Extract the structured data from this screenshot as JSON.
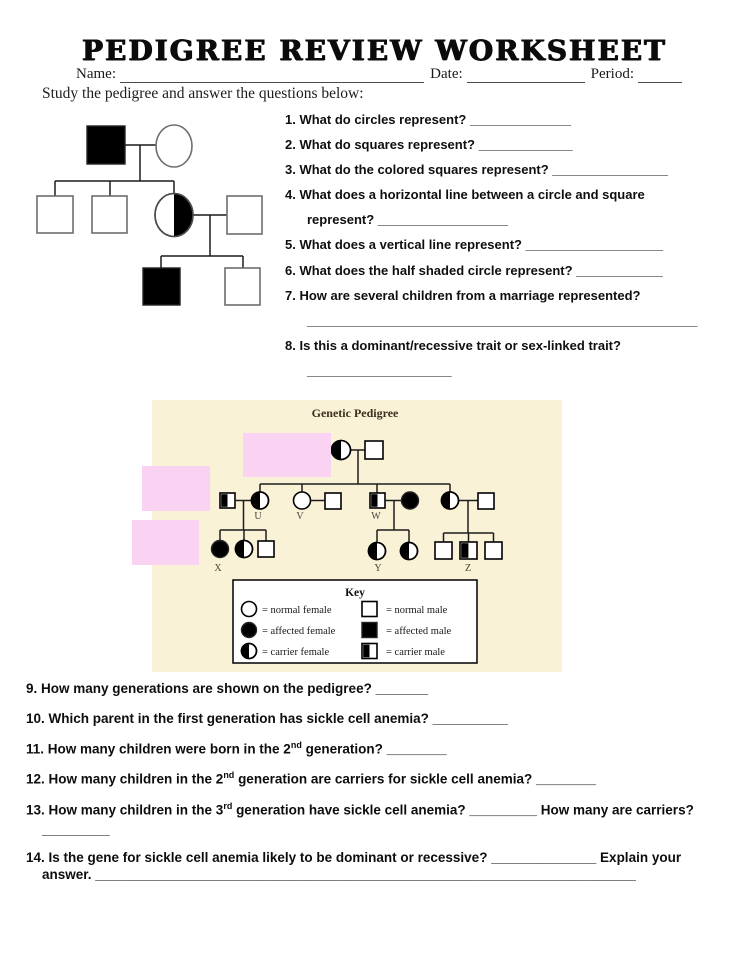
{
  "header": {
    "title": "PEDIGREE REVIEW WORKSHEET",
    "name_label": "Name:",
    "date_label": "Date:",
    "period_label": "Period:",
    "instruction": "Study the pedigree and answer the questions below:"
  },
  "questions_top": {
    "q1": "1. What do circles represent? ______________",
    "q2": "2. What do squares represent? _____________",
    "q3": "3. What do the colored squares represent? ________________",
    "q4a": "4. What does a horizontal line between a circle and square",
    "q4b": "represent? __________________",
    "q5": "5. What does a vertical line represent? ___________________",
    "q6": "6. What does the half shaded circle represent? ____________",
    "q7a": "7. How are several children from a marriage represented?",
    "q7b": "______________________________________________________",
    "q8a": "8. Is this a dominant/recessive trait or sex-linked trait?",
    "q8b": "____________________"
  },
  "pedigree_figure": {
    "title": "Genetic Pedigree",
    "labels": {
      "u": "U",
      "v": "V",
      "w": "W",
      "x": "X",
      "y": "Y",
      "z": "Z"
    },
    "key": {
      "title": "Key",
      "items": [
        {
          "symbol": "circle-empty",
          "label": "= normal female"
        },
        {
          "symbol": "circle-filled",
          "label": "= affected female"
        },
        {
          "symbol": "circle-half",
          "label": "= carrier female"
        },
        {
          "symbol": "square-empty",
          "label": "= normal male"
        },
        {
          "symbol": "square-filled",
          "label": "= affected male"
        },
        {
          "symbol": "square-half",
          "label": "= carrier male"
        }
      ]
    },
    "colors": {
      "background": "#f9f2d6",
      "redaction_pink": "#fbd3f2"
    }
  },
  "questions_bottom": {
    "q9": "9. How many generations are shown on the pedigree? _______",
    "q10": "10. Which parent in the first generation has sickle cell anemia? __________",
    "q11_pre": "11. How many children were born in the 2",
    "q11_sup": "nd",
    "q11_post": " generation? ________",
    "q12_pre": "12. How many children in the 2",
    "q12_sup": "nd",
    "q12_post": " generation are carriers for sickle cell anemia? ________",
    "q13_pre": "13. How many children in the 3",
    "q13_sup": "rd",
    "q13_post": " generation have sickle cell anemia? _________ How many are carriers?",
    "q13_line2": "_________",
    "q14_line1": "14. Is the gene for sickle cell anemia likely to be dominant or recessive? ______________ Explain your",
    "q14_line2": "answer. ________________________________________________________________________"
  }
}
